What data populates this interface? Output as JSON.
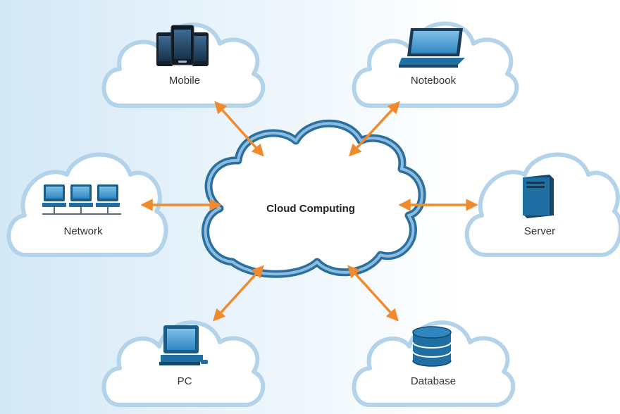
{
  "diagram": {
    "center": {
      "label": "Cloud Computing"
    },
    "nodes": [
      {
        "id": "mobile",
        "label": "Mobile",
        "icon": "mobile-phones-icon"
      },
      {
        "id": "notebook",
        "label": "Notebook",
        "icon": "laptop-icon"
      },
      {
        "id": "network",
        "label": "Network",
        "icon": "network-computers-icon"
      },
      {
        "id": "server",
        "label": "Server",
        "icon": "server-tower-icon"
      },
      {
        "id": "pc",
        "label": "PC",
        "icon": "desktop-pc-icon"
      },
      {
        "id": "database",
        "label": "Database",
        "icon": "database-cylinder-icon"
      }
    ],
    "colors": {
      "arrow": "#f08a2c",
      "cloud_outline_outer": "#2a6f9e",
      "cloud_outline_inner": "#7fb2d6",
      "small_cloud_outline": "#a9cde6",
      "icon_blue": "#1f6fa3",
      "icon_dark": "#1c2a3a"
    }
  }
}
